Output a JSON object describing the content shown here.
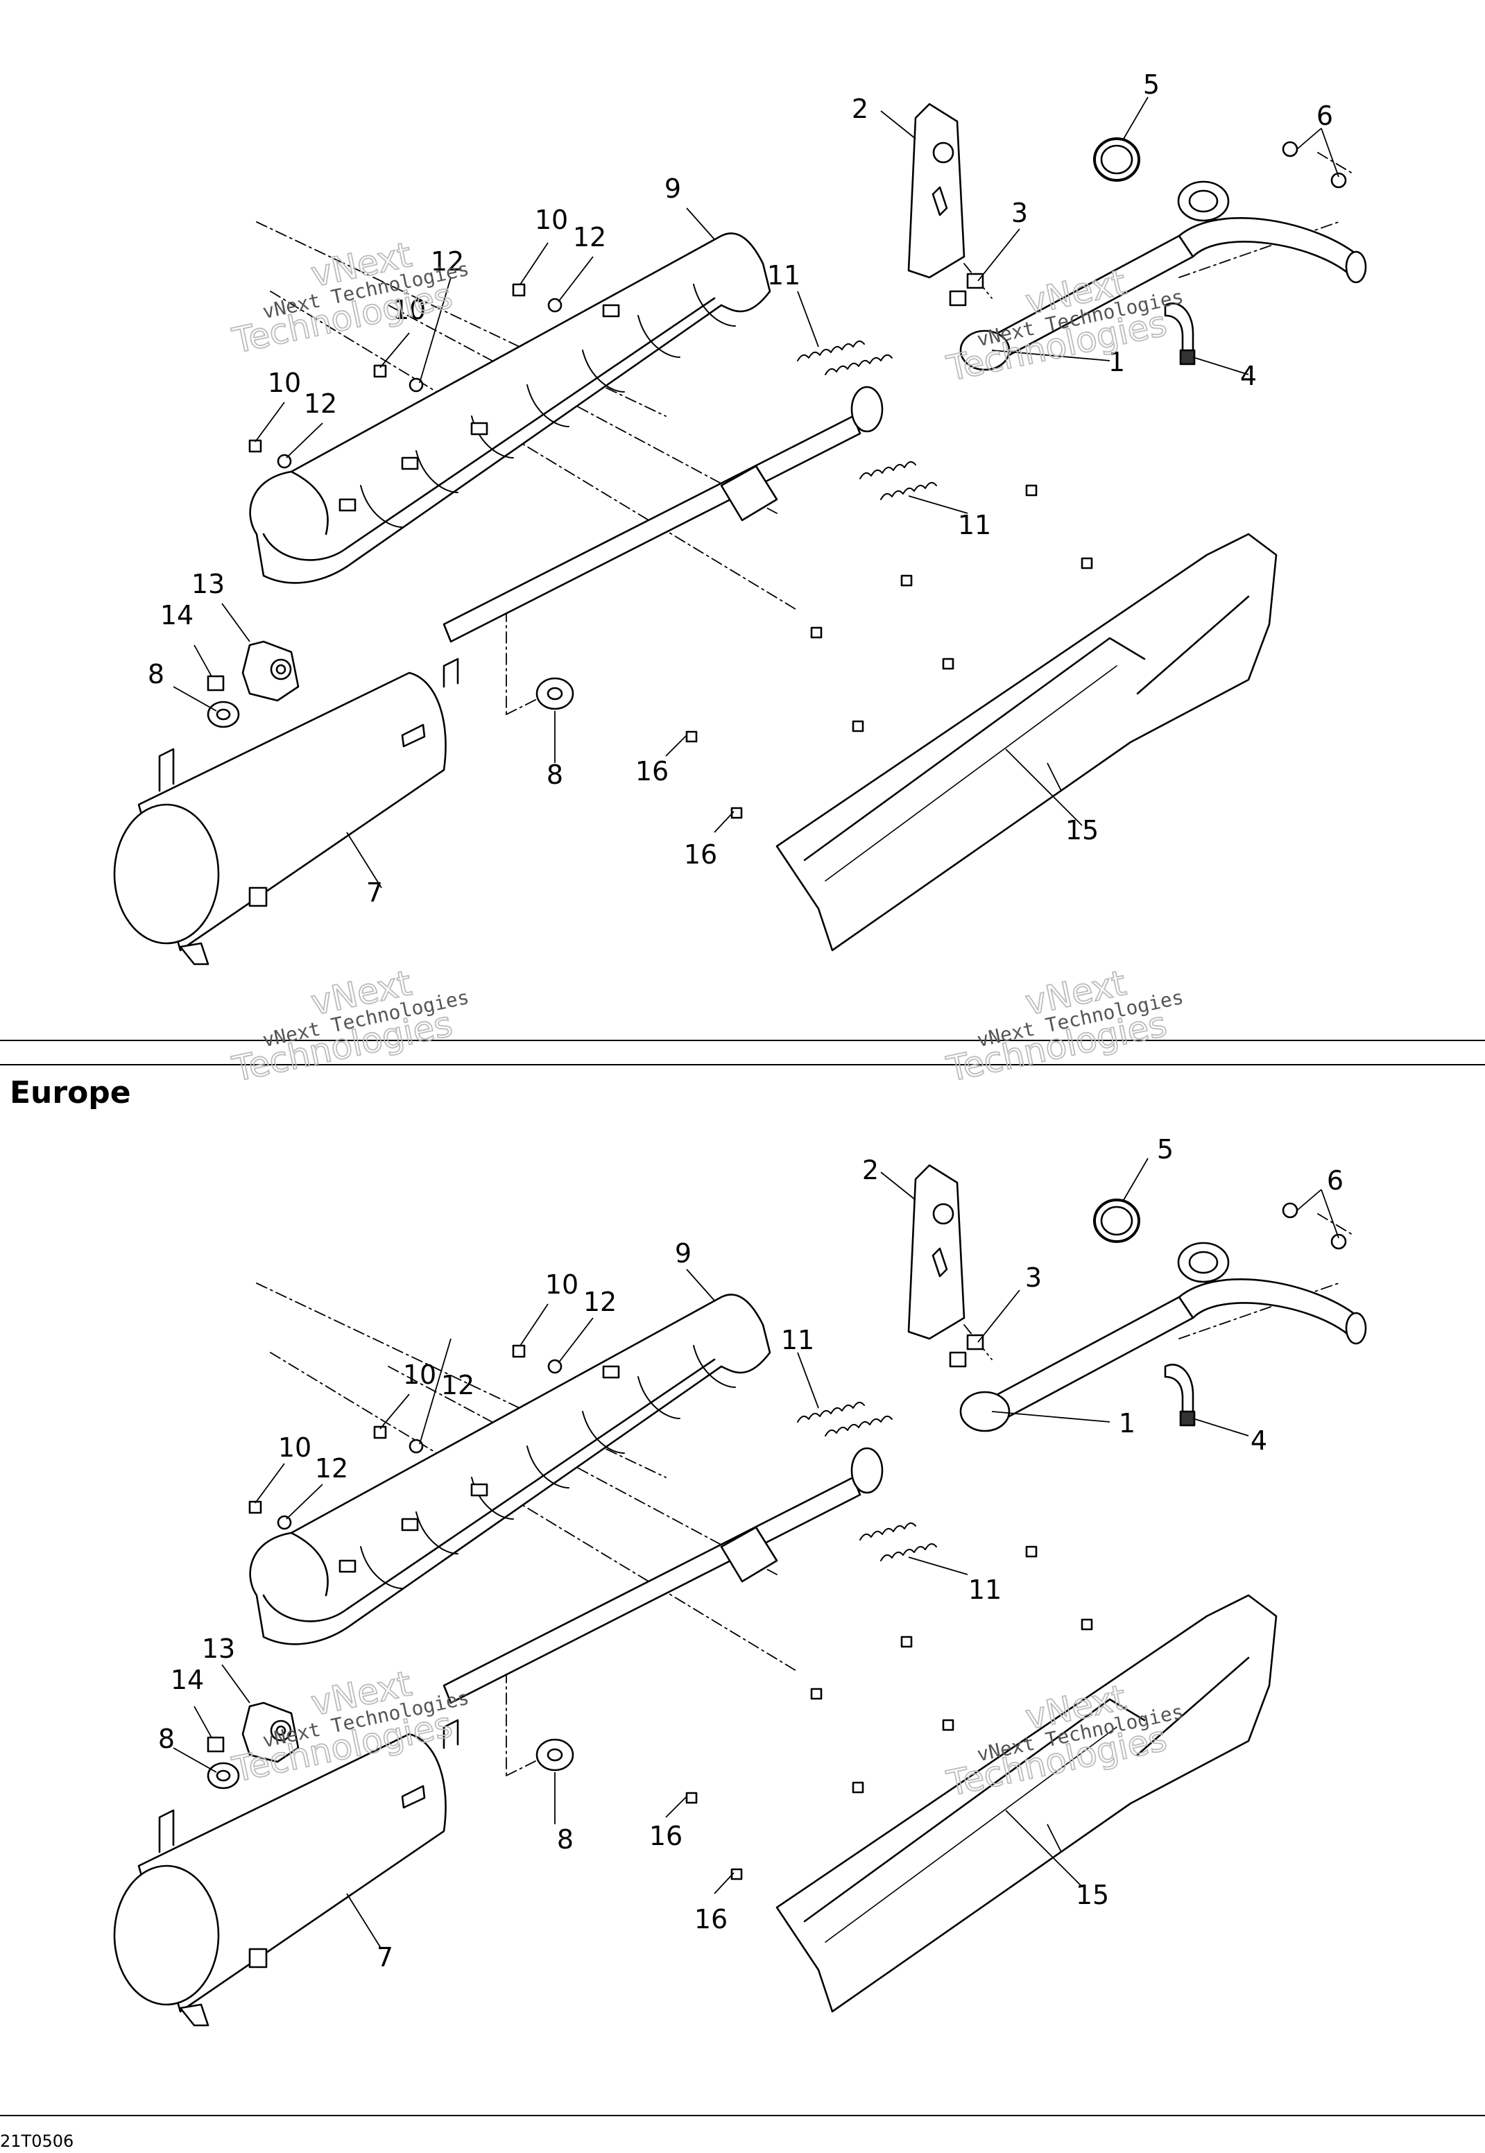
{
  "section_title": "Europe",
  "footer_code": "21T0506",
  "watermark": {
    "line1": "vNext Technologies",
    "line2": "vNext",
    "line3": "Technologies"
  },
  "callouts": [
    "1",
    "2",
    "3",
    "4",
    "5",
    "6",
    "7",
    "8",
    "9",
    "10",
    "11",
    "12",
    "13",
    "14",
    "15",
    "16"
  ]
}
